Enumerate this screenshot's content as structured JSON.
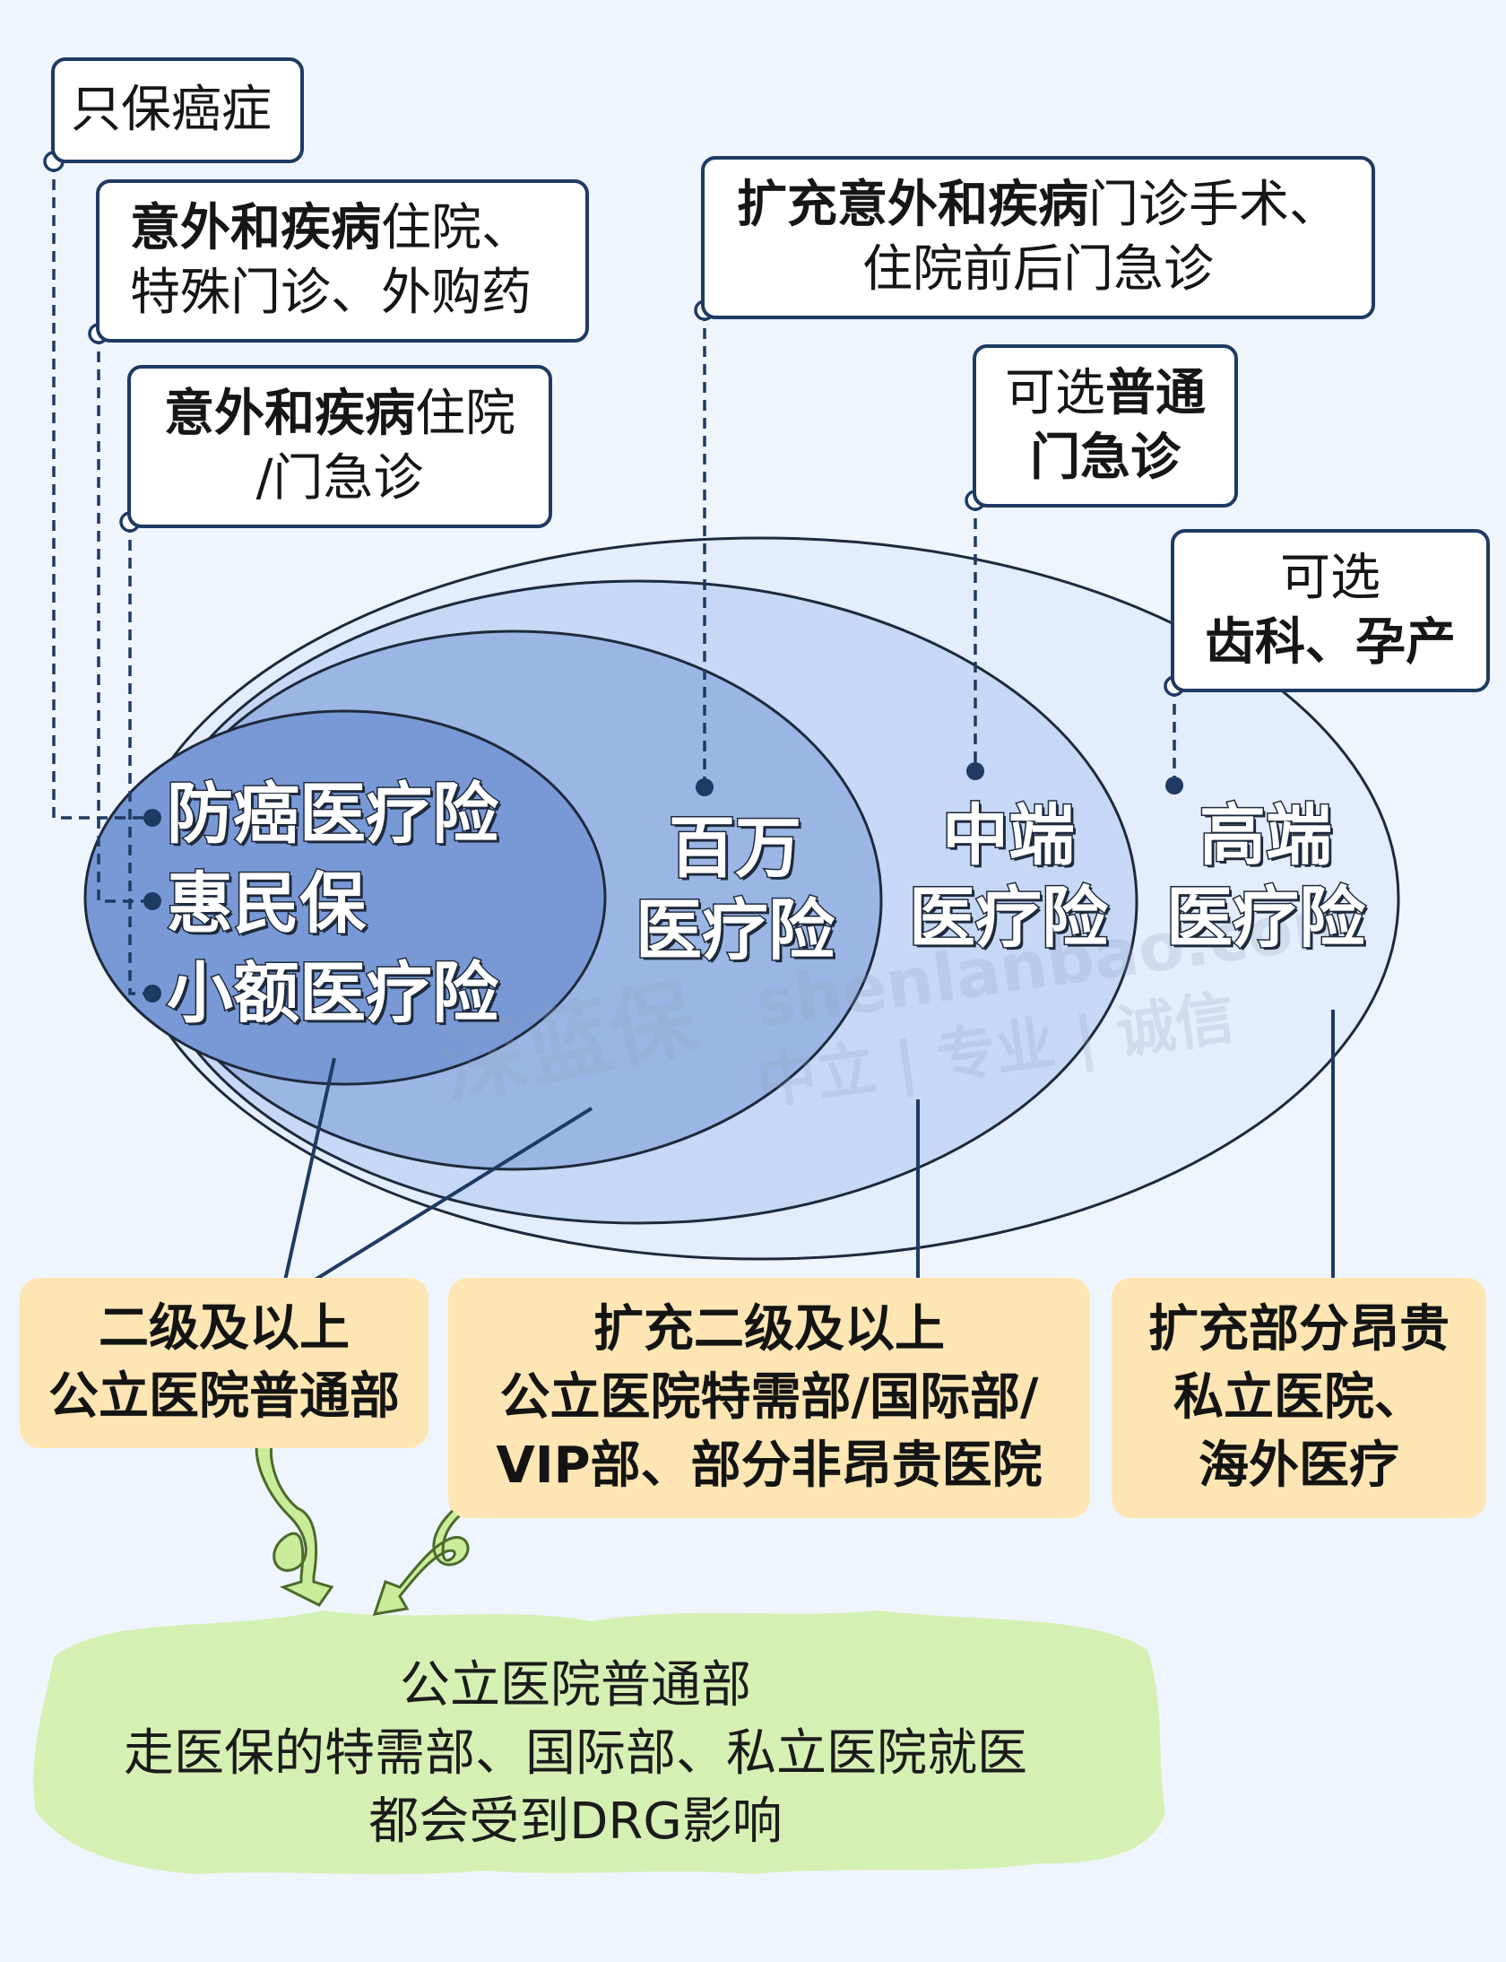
{
  "callouts": {
    "cancer_only": {
      "text": "只保癌症"
    },
    "huiminbao": {
      "line1_bold": "意外和疾病",
      "line1_rest": "住院、",
      "line2": "特殊门诊、外购药"
    },
    "small_medical": {
      "line1_bold": "意外和疾病",
      "line1_rest": "住院",
      "line2": "/门急诊"
    },
    "million": {
      "line1_bold": "扩充意外和疾病",
      "line1_rest": "门诊手术、",
      "line2": "住院前后门急诊"
    },
    "mid": {
      "line1_plain": "可选",
      "line1_bold": "普通",
      "line2_bold": "门急诊"
    },
    "high": {
      "line1": "可选",
      "line2_bold": "齿科、孕产"
    }
  },
  "tiers": {
    "inner": [
      "防癌医疗险",
      "惠民保",
      "小额医疗险"
    ],
    "million": {
      "line1": "百万",
      "line2": "医疗险"
    },
    "mid": {
      "line1": "中端",
      "line2": "医疗险"
    },
    "high": {
      "line1": "高端",
      "line2": "医疗险"
    }
  },
  "scopes": {
    "basic": {
      "line1": "二级及以上",
      "line2": "公立医院普通部"
    },
    "mid": {
      "line1": "扩充二级及以上",
      "line2": "公立医院特需部/国际部/",
      "line3": "VIP部、部分非昂贵医院"
    },
    "high": {
      "line1": "扩充部分昂贵",
      "line2": "私立医院、",
      "line3": "海外医疗"
    }
  },
  "summary": {
    "line1": "公立医院普通部",
    "line2": "走医保的特需部、国际部、私立医院就医",
    "line3": "都会受到DRG影响"
  },
  "watermark": {
    "url": "shenlanbao.com",
    "slogan": "中立 | 专业 | 诚信",
    "logo": "深蓝保"
  },
  "colors": {
    "background": "#eef5fd",
    "outline": "#1f3a63",
    "scope_fill": "#fde6b3",
    "summary_blob": "#d6f0b4",
    "arrow": "#c8ec9a"
  }
}
